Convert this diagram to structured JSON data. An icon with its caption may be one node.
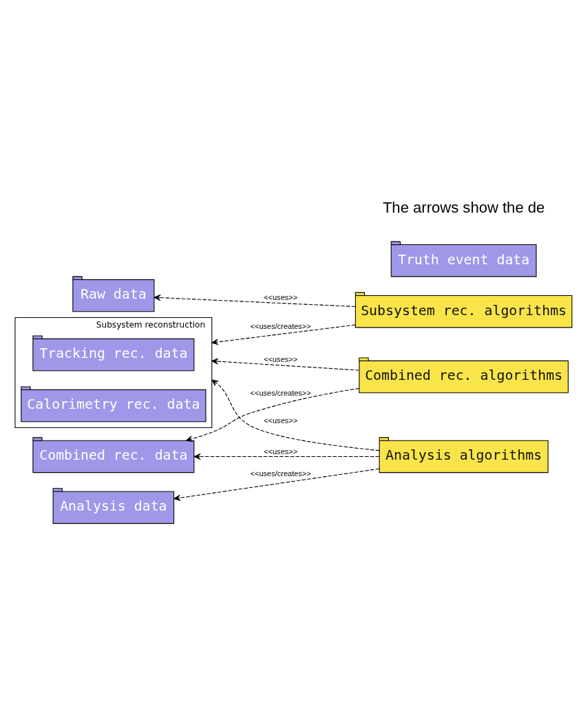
{
  "diagram": {
    "nodes": [
      {
        "text": [
          "Raw data"
        ]
      },
      {
        "text": [
          "Subsystem rec. algorithms"
        ]
      },
      {
        "text": [
          "Subsystem reconstruction"
        ]
      },
      {
        "text": [
          "Tracking rec. data"
        ],
        "in": 2
      },
      {
        "text": [
          "Calorimetry rec. data"
        ],
        "in": 2
      },
      {
        "text": [
          "Combined rec. algorithms"
        ]
      },
      {
        "text": [
          "Combined rec. data"
        ]
      },
      {
        "text": [
          "Analysis algorithms"
        ]
      },
      {
        "text": [
          "Analysis data"
        ]
      },
      {
        "text": [
          "Truth event data"
        ]
      }
    ],
    "edges": [
      {
        "from": 1,
        "to": 0,
        "arrow": "to",
        "label": "<<uses>>",
        "style": "dashed"
      },
      {
        "from": 1,
        "to": 2,
        "arrow": "to",
        "label": "<<uses/creates>>",
        "style": "dashed"
      },
      {
        "from": 5,
        "to": 2,
        "arrow": "to",
        "label": "<<uses>>",
        "style": "dashed"
      },
      {
        "from": 5,
        "to": 6,
        "arrow": "to",
        "label": "<<uses/creates>>",
        "style": "dashed"
      },
      {
        "from": 7,
        "to": 2,
        "arrow": "to",
        "label": "<<uses>>",
        "style": "dashed"
      },
      {
        "from": 7,
        "to": 6,
        "arrow": "to",
        "label": "<<uses>>",
        "style": "dashed"
      },
      {
        "from": 7,
        "to": 8,
        "arrow": "to",
        "label": "<<uses/creates>>",
        "style": "dashed"
      }
    ],
    "labels": [
      "The arrows show the de"
    ]
  }
}
